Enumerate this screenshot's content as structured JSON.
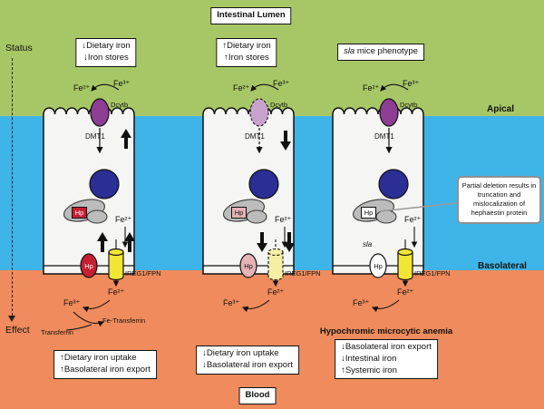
{
  "title": "Intestinal Lumen",
  "axis": {
    "status": "Status",
    "effect": "Effect"
  },
  "membranes": {
    "apical": "Apical",
    "basolateral": "Basolateral"
  },
  "blood": "Blood",
  "anemia_title": "Hypochromic microcytic anemia",
  "callout": "Partial deletion results in truncation and mislocalization of hephaestin protein",
  "colors": {
    "lumen_band": "#a7c766",
    "cell_band": "#3fb4e8",
    "blood_band": "#ef8b5c",
    "dcytb_purple": "#8e3d95",
    "dcytb_faded": "#c9a2cd",
    "nucleus_blue": "#2d2d96",
    "hephaestin_red": "#c51f30",
    "hephaestin_pink": "#e6b3b7",
    "ireg1_yellow": "#f2e635",
    "ireg1_faded": "#f5efa6",
    "blob_gray": "#bcbcbc"
  },
  "cells": [
    {
      "condition": [
        "↓Dietary iron",
        "↓Iron stores"
      ],
      "labels": {
        "fe2_lumen": "Fe²⁺",
        "fe3_lumen": "Fe³⁺",
        "dcytb": "Dcytb",
        "dmt1": "DMT1",
        "hp": "Hp",
        "fe2_cyto": "Fe²⁺",
        "hp_mem": "Hp",
        "ireg1": "IREG1/FPN",
        "fe2_blood": "Fe²⁺",
        "fe3_blood": "Fe³⁺",
        "transferrin": "Transferrin",
        "fe_transferrin": "Fe-Transferrin"
      },
      "effect": [
        "↑Dietary iron uptake",
        "↑Basolateral iron export"
      ]
    },
    {
      "condition": [
        "↑Dietary iron",
        "↑Iron stores"
      ],
      "labels": {
        "fe2_lumen": "Fe²⁺",
        "fe3_lumen": "Fe³⁺",
        "dcytb": "Dcytb",
        "dmt1": "DMT1",
        "hp": "Hp",
        "fe2_cyto": "Fe²⁺",
        "hp_mem": "Hp",
        "ireg1": "IREG1/FPN",
        "fe2_blood": "Fe²⁺",
        "fe3_blood": "Fe³⁺"
      },
      "effect": [
        "↓Dietary iron uptake",
        "↓Basolateral iron export"
      ]
    },
    {
      "condition_italic": "sla",
      "condition_rest": " mice phenotype",
      "labels": {
        "fe2_lumen": "Fe²⁺",
        "fe3_lumen": "Fe³⁺",
        "dcytb": "Dcytb",
        "dmt1": "DMT1",
        "hp": "Hp",
        "fe2_cyto": "Fe²⁺",
        "hp_mem": "Hp",
        "sla": "sla",
        "ireg1": "IREG1/FPN",
        "fe2_blood": "Fe²⁺",
        "fe3_blood": "Fe³⁺"
      },
      "effect": [
        "↓Basolateral iron export",
        "↓Intestinal iron",
        "↑Systemic iron"
      ]
    }
  ]
}
